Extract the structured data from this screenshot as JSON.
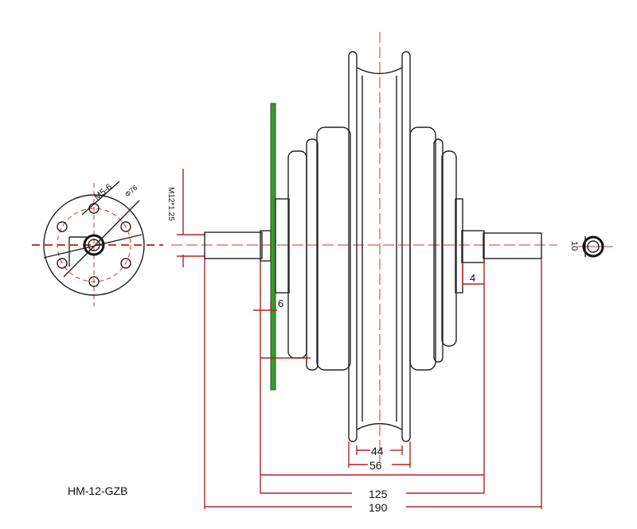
{
  "model": "HM-12-GZB",
  "labels": {
    "bolt": "M5-6",
    "bolt_circle": "Φ76",
    "thread": "M12*1.25",
    "disc_offset": "6",
    "shoulder": "4",
    "axle_flat": "10",
    "rim_inner": "44",
    "rim_outer": "56",
    "dropout_width": "125",
    "axle_length": "190"
  },
  "colors": {
    "dimension": "#b22222",
    "disc": "#3a9a2a",
    "outline": "#222222"
  }
}
